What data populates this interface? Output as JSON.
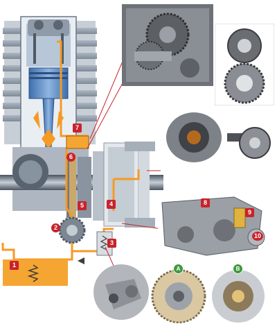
{
  "colors": {
    "oil_path": "#f59a23",
    "oil_reservoir": "#f5a531",
    "callout_red": "#c8232c",
    "badge_green": "#3f9a3c",
    "engine_steel": "#7f8b98",
    "cylinder_blue": "#5a8cc8"
  },
  "callouts": {
    "c1": "1",
    "c2": "2",
    "c3": "3",
    "c4": "4",
    "c5": "5",
    "c6": "6",
    "c7": "7",
    "c8": "8",
    "c9": "9",
    "c10": "10"
  },
  "badges": {
    "a": "A",
    "b": "B"
  },
  "icons": [
    "oil-flow-arrow-icon"
  ]
}
